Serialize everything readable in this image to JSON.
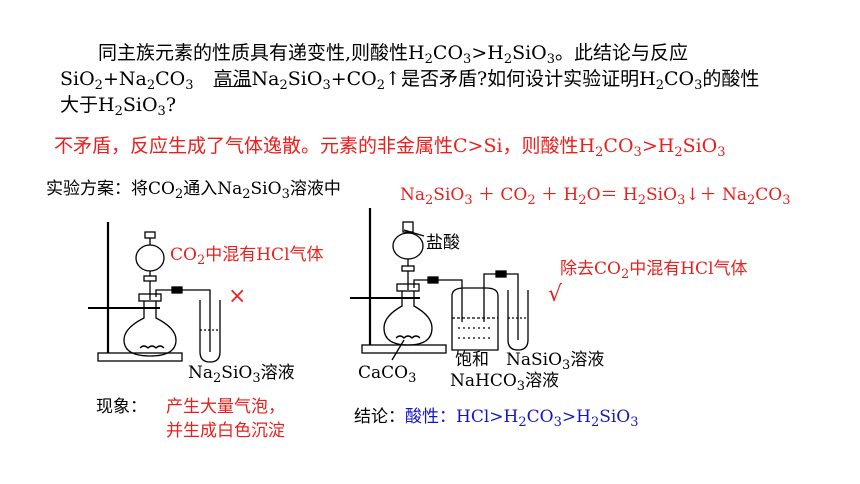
{
  "question": {
    "line1": {
      "a": "同主族元素的性质具有递变性,则酸性H",
      "s1": "2",
      "b": "CO",
      "s2": "3",
      "c": ">H",
      "s3": "2",
      "d": "SiO",
      "s4": "3",
      "e": "。此结论与反应"
    },
    "line2": {
      "a": "SiO",
      "s1": "2",
      "b": "+Na",
      "s2": "2",
      "c": "CO",
      "s3": "3",
      "cond": "高温",
      "d": "Na",
      "s4": "2",
      "e": "SiO",
      "s5": "3",
      "f": "+CO",
      "s6": "2",
      "g": "↑是否矛盾?如何设计实验证明H",
      "s7": "2",
      "h": "CO",
      "s8": "3",
      "i": "的酸性"
    },
    "line3": {
      "a": "大于H",
      "s1": "2",
      "b": "SiO",
      "s2": "3",
      "c": "?"
    }
  },
  "answer": {
    "a": "不矛盾，反应生成了气体逸散。元素的非金属性C>Si，则酸性H",
    "s1": "2",
    "b": "CO",
    "s2": "3",
    "c": ">H",
    "s3": "2",
    "d": "SiO",
    "s4": "3"
  },
  "plan": {
    "a": "实验方案：将CO",
    "s1": "2",
    "b": "通入Na",
    "s2": "2",
    "c": "SiO",
    "s3": "3",
    "d": "溶液中"
  },
  "equation": {
    "a": "Na",
    "s1": "2",
    "b": "SiO",
    "s2": "3",
    "c": " ＋ CO",
    "s3": "2",
    "d": " ＋ H",
    "s4": "2",
    "e": "O＝ H",
    "s5": "2",
    "f": "SiO",
    "s6": "3",
    "g": "↓＋ Na",
    "s7": "2",
    "h": "CO",
    "s9": "3"
  },
  "left": {
    "note": {
      "a": "CO",
      "s1": "2",
      "b": "中混有HCl气体"
    },
    "cross": "×",
    "tube": {
      "a": "Na",
      "s1": "2",
      "b": "SiO",
      "s2": "3",
      "c": "溶液"
    }
  },
  "right": {
    "acid": "盐酸",
    "note": {
      "a": "除去CO",
      "s1": "2",
      "b": "中混有HCl气体"
    },
    "check": "√",
    "caco3": {
      "a": "CaCO",
      "s1": "3"
    },
    "wash": {
      "l1": "饱和",
      "a": "NaHCO",
      "s1": "3",
      "b": "溶液"
    },
    "tube": {
      "a": "NaSiO",
      "s1": "3",
      "b": "溶液"
    }
  },
  "phenomenon": {
    "label": "现象：",
    "l1": "产生大量气泡，",
    "l2": "并生成白色沉淀"
  },
  "conclusion": {
    "label": "结论：",
    "a": "酸性：HCl>H",
    "s1": "2",
    "b": "CO",
    "s2": "3",
    "c": ">H",
    "s3": "2",
    "d": "SiO",
    "s4": "3"
  },
  "colors": {
    "red": "#e8201d",
    "blue": "#1515c8"
  }
}
